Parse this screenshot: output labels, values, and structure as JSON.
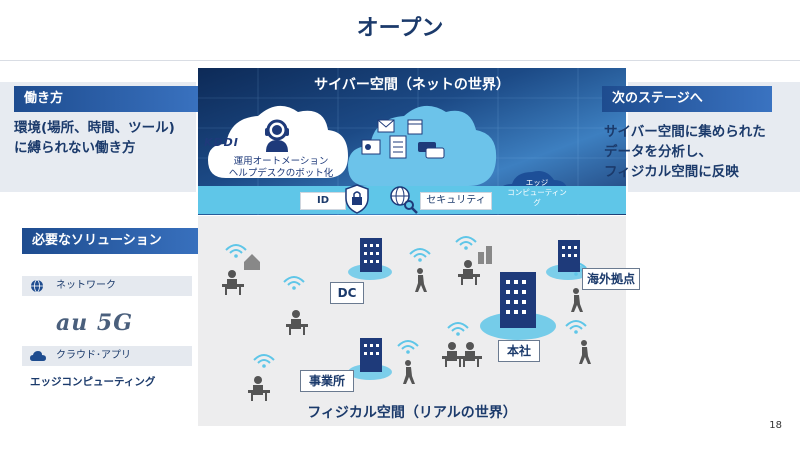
{
  "slide": {
    "title": "オープン",
    "page_number": "18"
  },
  "left": {
    "work_style_label": "働き方",
    "work_style_text_line1": "環境(場所、時間、ツール)",
    "work_style_text_line2": "に縛られない働き方",
    "solutions_label": "必要なソリューション",
    "network_label": "ネットワーク",
    "au5g_logo_text": "au 5G",
    "cloud_app_label": "クラウド･アプリ",
    "edge_computing_text": "エッジコンピューティング"
  },
  "cyber": {
    "title": "サイバー空間（ネットの世界）",
    "kddi_logo": "KDDI",
    "automation_line1": "運用オートメーション",
    "automation_line2": "ヘルプデスクのボット化",
    "id_label": "ID",
    "security_label": "セキュリティ",
    "edge_line1": "エッジ",
    "edge_line2": "コンピューティング"
  },
  "physical": {
    "title": "フィジカル空間（リアルの世界）",
    "dc_label": "DC",
    "overseas_label": "海外拠点",
    "hq_label": "本社",
    "office_label": "事業所"
  },
  "right": {
    "next_stage_label": "次のステージへ",
    "text_line1": "サイバー空間に集められた",
    "text_line2": "データを分析し、",
    "text_line3": "フィジカル空間に反映"
  },
  "colors": {
    "navy": "#1b3a6b",
    "accent_blue": "#2f64ad",
    "cyan_strip": "#5fc6e8",
    "panel_gray": "#e7ebf1"
  }
}
